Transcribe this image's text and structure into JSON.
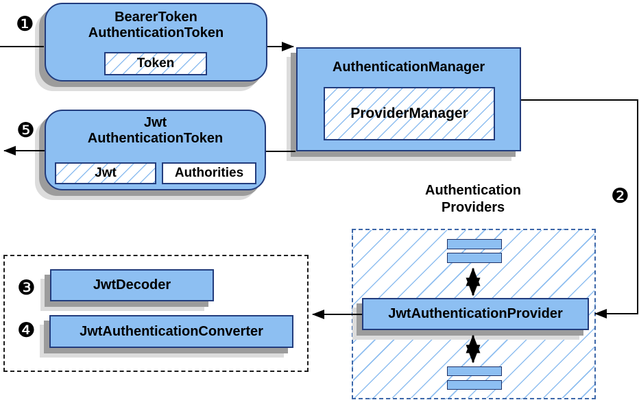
{
  "diagram": {
    "badges": {
      "step1": "❶",
      "step2": "❷",
      "step3": "❸",
      "step4": "❹",
      "step5": "❺"
    },
    "bearer_box": {
      "title1": "BearerToken",
      "title2": "AuthenticationToken",
      "chip": "Token"
    },
    "manager_box": {
      "title": "AuthenticationManager",
      "chip": "ProviderManager"
    },
    "jwt_box": {
      "title1": "Jwt",
      "title2": "AuthenticationToken",
      "chip1": "Jwt",
      "chip2": "Authorities"
    },
    "providers_group": {
      "label1": "Authentication",
      "label2": "Providers",
      "provider": "JwtAuthenticationProvider"
    },
    "decoder_box": {
      "label": "JwtDecoder"
    },
    "converter_box": {
      "label": "JwtAuthenticationConverter"
    },
    "colors": {
      "box_fill": "#8dbff2",
      "box_border": "#223c7d",
      "hatch_line": "#8ebef0",
      "dashed_blue_border": "#3c66a8",
      "dashed_black_border": "#1a1a1a",
      "shadow_dark": "#9c9c9c",
      "shadow_light": "#dcdcdc",
      "line": "#000000"
    }
  }
}
